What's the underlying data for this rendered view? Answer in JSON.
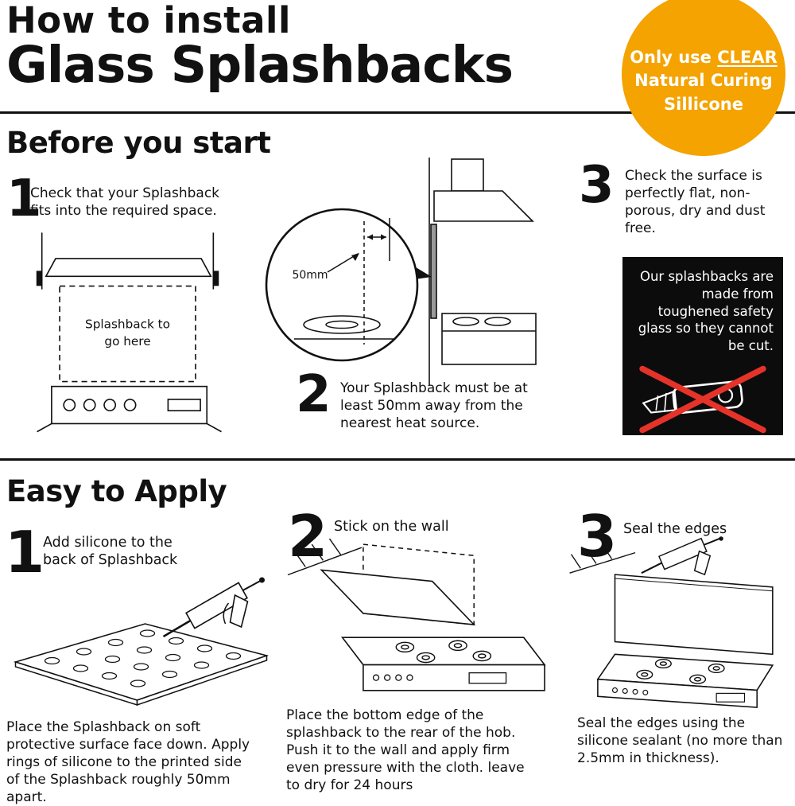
{
  "page": {
    "background": "#ffffff",
    "text_color": "#111111"
  },
  "header": {
    "title_line1": "How to install",
    "title_line2": "Glass Splashbacks",
    "badge": {
      "bg_color": "#F4A300",
      "text_color": "#ffffff",
      "line1_prefix": "Only use ",
      "line1_underlined": "CLEAR",
      "line2": "Natural Curing",
      "line3": "Sillicone"
    }
  },
  "before_section": {
    "heading": "Before you start",
    "step1": {
      "number": "1",
      "text": "Check that your Splashback fits into the required space.",
      "diagram": {
        "label_line1": "Splashback to",
        "label_line2": "go here"
      }
    },
    "step2": {
      "number": "2",
      "text": "Your Splashback must be at least 50mm away from the nearest heat source.",
      "diagram": {
        "measurement_label": "50mm"
      }
    },
    "step3": {
      "number": "3",
      "text": "Check the surface is perfectly flat, non-porous, dry and dust free."
    },
    "warning": {
      "bg_color": "#0c0c0c",
      "cross_color": "#E5332A",
      "text": "Our splashbacks are made from toughened safety glass so they cannot be cut.",
      "icon": "utility-knife-crossed"
    }
  },
  "apply_section": {
    "heading": "Easy to Apply",
    "step1": {
      "number": "1",
      "title": "Add silicone to the back of Splashback",
      "caption": "Place the Splashback on soft protective surface face down. Apply rings of silicone to the printed side of the Splashback roughly 50mm apart."
    },
    "step2": {
      "number": "2",
      "title": "Stick on the wall",
      "caption": "Place the bottom edge of the splashback to the rear of the hob. Push it to the wall and apply firm even pressure with the cloth. leave to dry for 24 hours"
    },
    "step3": {
      "number": "3",
      "title": "Seal the edges",
      "caption": "Seal the edges using the silicone sealant (no more than 2.5mm in thickness)."
    }
  }
}
